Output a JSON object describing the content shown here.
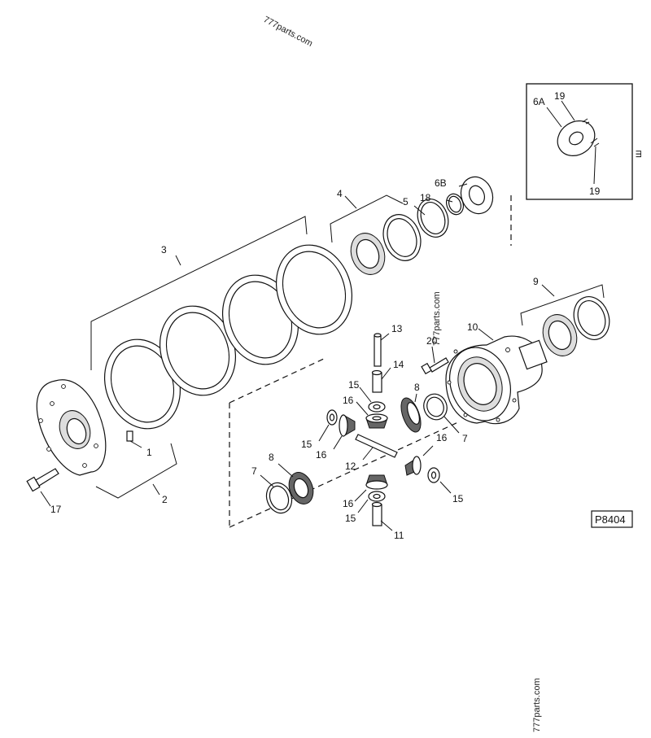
{
  "diagram": {
    "id_label": "P8404",
    "watermark_top": "777parts.com",
    "watermark_mid": "777parts.com",
    "watermark_bottom": "777parts.com",
    "edge_fragment": "ш",
    "callouts": {
      "c1": "1",
      "c2": "2",
      "c3": "3",
      "c4": "4",
      "c5": "5",
      "c6a": "6A",
      "c6b": "6B",
      "c7a": "7",
      "c7b": "7",
      "c8a": "8",
      "c8b": "8",
      "c9": "9",
      "c10": "10",
      "c11": "11",
      "c12": "12",
      "c13": "13",
      "c14": "14",
      "c15a": "15",
      "c15b": "15",
      "c15c": "15",
      "c15d": "15",
      "c16a": "16",
      "c16b": "16",
      "c16c": "16",
      "c16d": "16",
      "c17": "17",
      "c18": "18",
      "c19a": "19",
      "c19b": "19",
      "c20": "20"
    }
  }
}
